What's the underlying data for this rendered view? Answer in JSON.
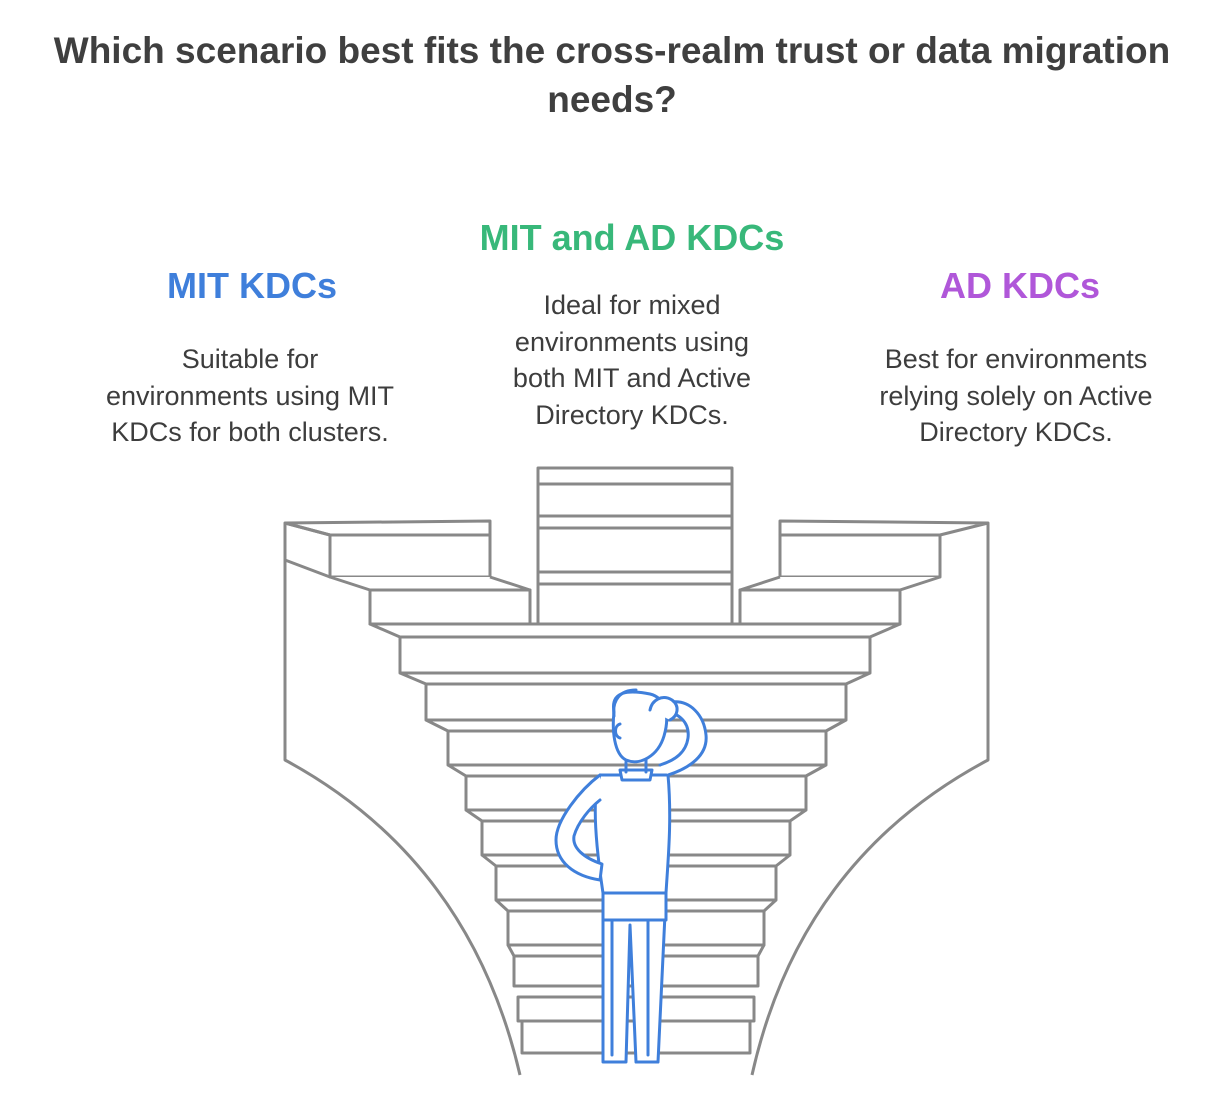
{
  "diagram": {
    "title_lines": [
      "Which scenario best fits the cross-realm trust or data migration",
      "needs?"
    ],
    "options": [
      {
        "title": "MIT KDCs",
        "color": "#3f7fdb",
        "description_lines": [
          "Suitable for",
          "environments using MIT",
          "KDCs for both clusters."
        ]
      },
      {
        "title": "MIT and AD KDCs",
        "color": "#38b87a",
        "description_lines": [
          "Ideal for mixed",
          "environments using",
          "both MIT and Active",
          "Directory KDCs."
        ]
      },
      {
        "title": "AD KDCs",
        "color": "#b057d9",
        "description_lines": [
          "Best for environments",
          "relying solely on Active",
          "Directory KDCs."
        ]
      }
    ],
    "colors": {
      "stair_line": "#888888",
      "person": "#3f7fdb"
    }
  }
}
